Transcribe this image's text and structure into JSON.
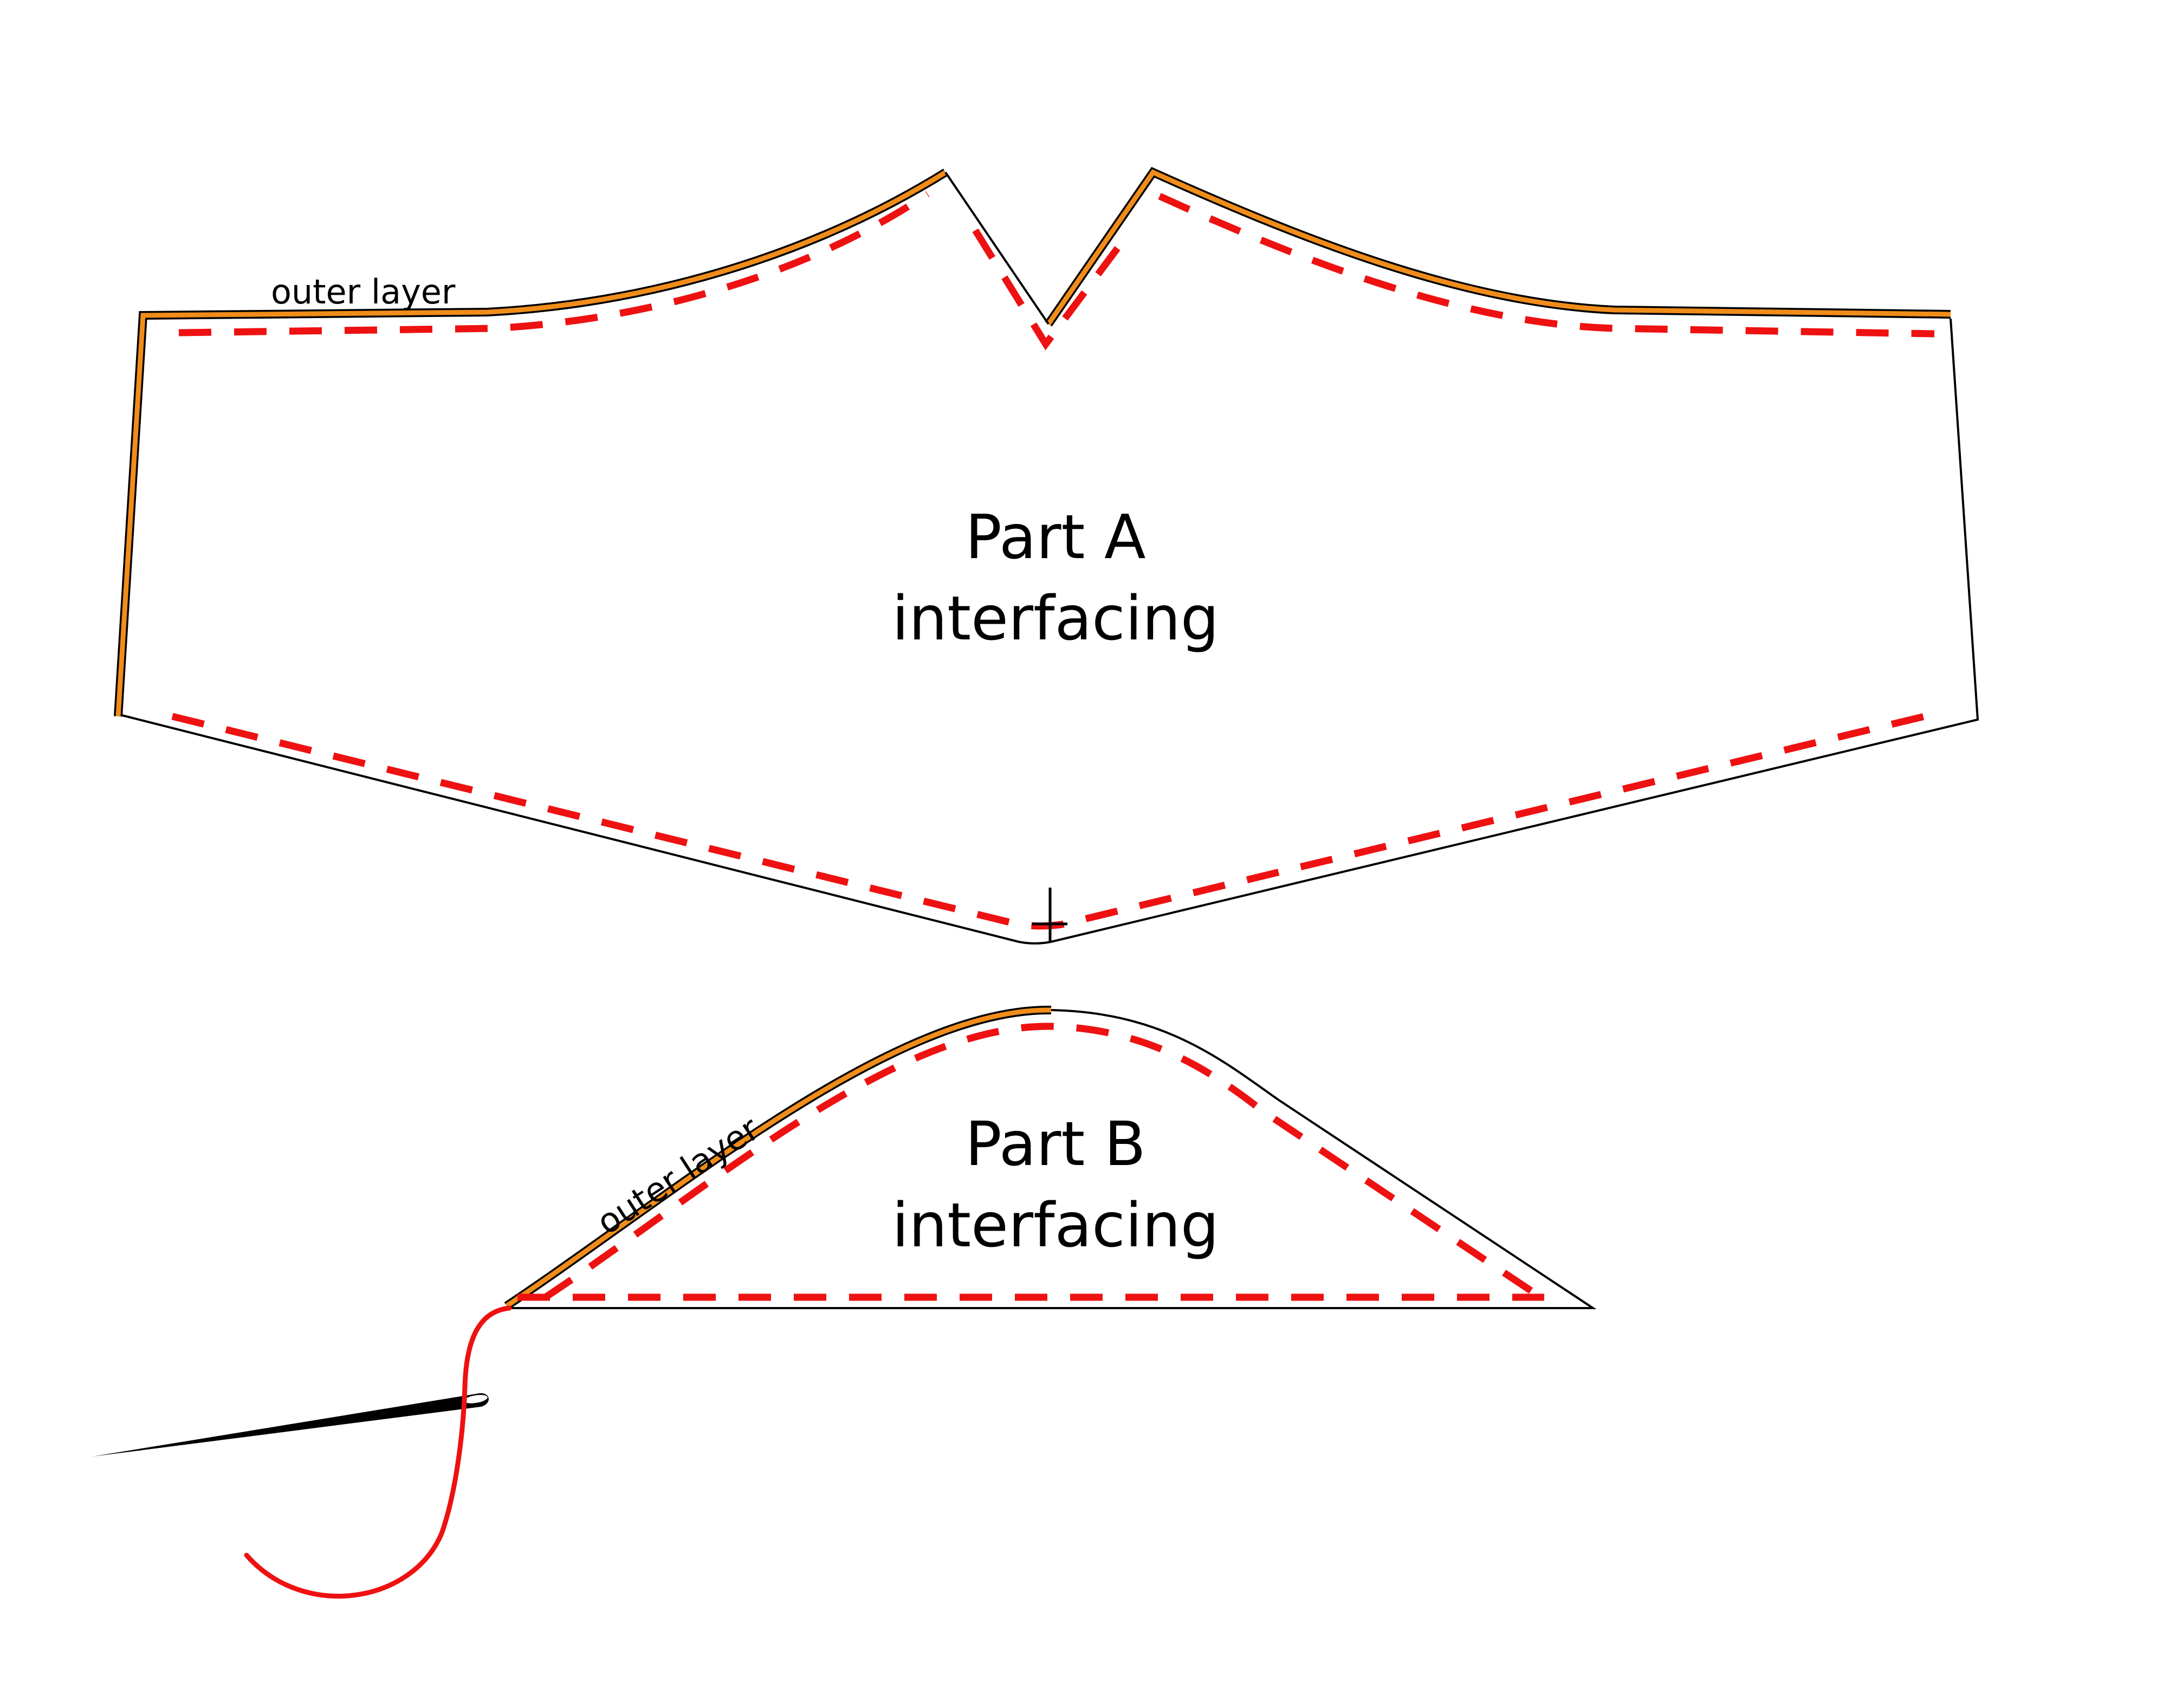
{
  "part_a": {
    "outer_label": "outer layer",
    "title_line1": "Part A",
    "title_line2": "interfacing"
  },
  "part_b": {
    "outer_label": "outer layer",
    "title_line1": "Part B",
    "title_line2": "interfacing"
  },
  "icons": [
    "needle-icon",
    "thread-icon"
  ],
  "colors": {
    "outline": "#000000",
    "outer_layer": "#f08c1a",
    "stitch_line": "#ee1111",
    "thread": "#ee1111",
    "needle": "#000000"
  }
}
